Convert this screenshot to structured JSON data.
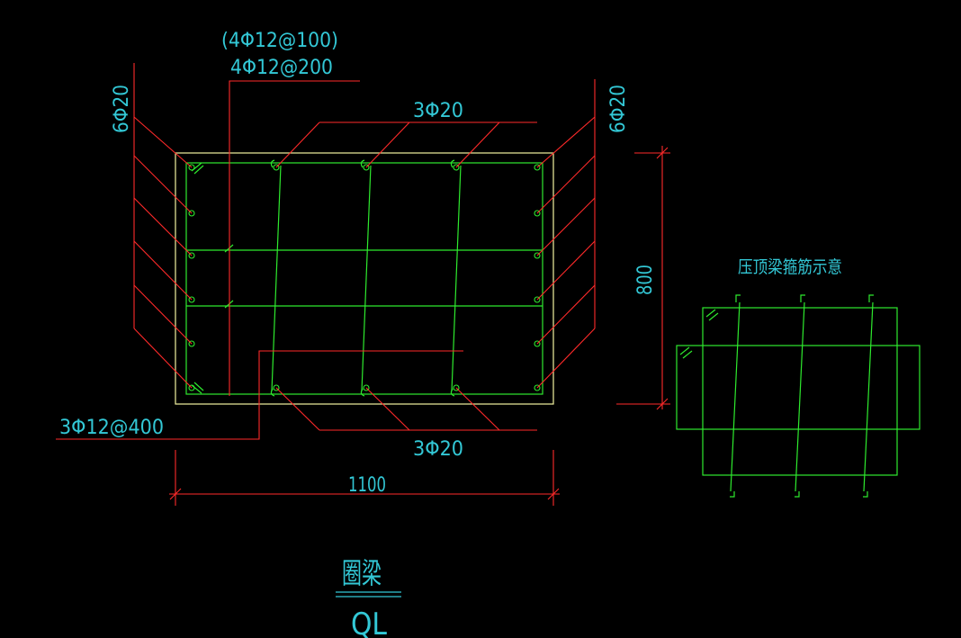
{
  "colors": {
    "background": "#000000",
    "leader": "#ff2a2a",
    "rebar": "#2eea2e",
    "outline": "#f3f3a0",
    "text": "#33c8d6"
  },
  "labels": {
    "top_hoop_alt": "(4Φ12@100)",
    "top_hoop": "4Φ12@200",
    "top_bars": "3Φ20",
    "left_side": "6Φ20",
    "right_side": "6Φ20",
    "mid_ties": "3Φ12@400",
    "bottom_bars": "3Φ20",
    "height_dim": "800",
    "width_dim": "1100",
    "schematic_title": "压顶梁箍筋示意",
    "drawing_title": "圈梁",
    "drawing_code": "QL"
  }
}
